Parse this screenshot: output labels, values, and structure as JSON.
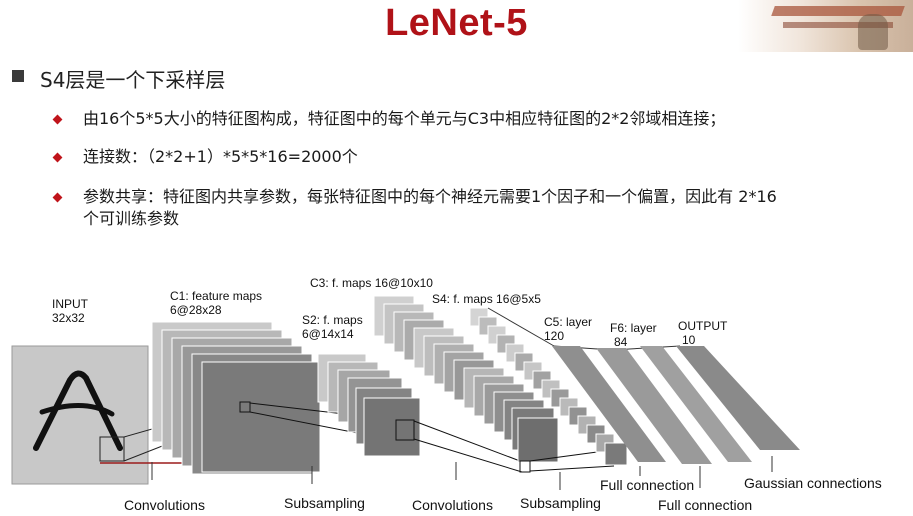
{
  "title": "LeNet-5",
  "main_bullet": "S4层是一个下采样层",
  "sub_bullets": [
    "由16个5*5大小的特征图构成，特征图中的每个单元与C3中相应特征图的2*2邻域相连接；",
    "连接数：（2*2+1）*5*5*16=2000个",
    "参数共享：特征图内共享参数，每张特征图中的每个神经元需要1个因子和一个偏置，因此有 2*16",
    "个可训练参数"
  ],
  "diagram": {
    "input_label_1": "INPUT",
    "input_label_2": "32x32",
    "c1_label_1": "C1: feature maps",
    "c1_label_2": "6@28x28",
    "s2_label_1": "S2: f. maps",
    "s2_label_2": "6@14x14",
    "c3_label": "C3: f. maps 16@10x10",
    "s4_label": "S4: f. maps 16@5x5",
    "c5_label_1": "C5: layer",
    "c5_label_2": "120",
    "f6_label_1": "F6: layer",
    "f6_label_2": "84",
    "out_label_1": "OUTPUT",
    "out_label_2": "10",
    "captions": [
      "Convolutions",
      "Subsampling",
      "Convolutions",
      "Subsampling",
      "Full connection",
      "Full connection",
      "Gaussian connections"
    ]
  }
}
